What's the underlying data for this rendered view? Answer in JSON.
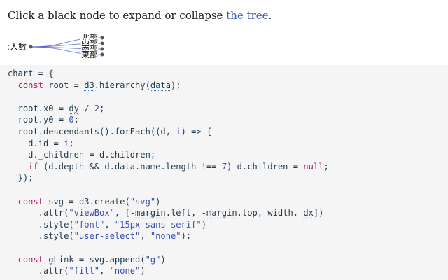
{
  "intro": {
    "prefix": "Click a black node to expand or collapse ",
    "link_text": "the tree",
    "suffix": "."
  },
  "tree": {
    "root_label": ":人數",
    "children": [
      "北部",
      "中部",
      "南部",
      "東部"
    ]
  },
  "code": {
    "lines": [
      [
        {
          "t": "chart = {"
        }
      ],
      [
        {
          "t": "  "
        },
        {
          "t": "const",
          "c": "kw"
        },
        {
          "t": " root = "
        },
        {
          "t": "d3",
          "c": "ref"
        },
        {
          "t": ".hierarchy("
        },
        {
          "t": "data",
          "c": "ref"
        },
        {
          "t": ");"
        }
      ],
      [
        {
          "t": ""
        }
      ],
      [
        {
          "t": "  root.x0 = "
        },
        {
          "t": "dy",
          "c": "ref"
        },
        {
          "t": " / "
        },
        {
          "t": "2",
          "c": "num"
        },
        {
          "t": ";"
        }
      ],
      [
        {
          "t": "  root.y0 = "
        },
        {
          "t": "0",
          "c": "num"
        },
        {
          "t": ";"
        }
      ],
      [
        {
          "t": "  root.descendants().forEach((d, "
        },
        {
          "t": "i",
          "c": "num"
        },
        {
          "t": ") => {"
        }
      ],
      [
        {
          "t": "    d.id = "
        },
        {
          "t": "i",
          "c": "num"
        },
        {
          "t": ";"
        }
      ],
      [
        {
          "t": "    d._children = d.children;"
        }
      ],
      [
        {
          "t": "    "
        },
        {
          "t": "if",
          "c": "kw"
        },
        {
          "t": " (d.depth && d.data.name.length !== "
        },
        {
          "t": "7",
          "c": "num"
        },
        {
          "t": ") d.children = "
        },
        {
          "t": "null",
          "c": "kw"
        },
        {
          "t": ";"
        }
      ],
      [
        {
          "t": "  });"
        }
      ],
      [
        {
          "t": ""
        }
      ],
      [
        {
          "t": "  "
        },
        {
          "t": "const",
          "c": "kw"
        },
        {
          "t": " svg = "
        },
        {
          "t": "d3",
          "c": "ref"
        },
        {
          "t": ".create("
        },
        {
          "t": "\"svg\"",
          "c": "str"
        },
        {
          "t": ")"
        }
      ],
      [
        {
          "t": "      .attr("
        },
        {
          "t": "\"viewBox\"",
          "c": "str"
        },
        {
          "t": ", [-"
        },
        {
          "t": "margin",
          "c": "ref"
        },
        {
          "t": ".left, -"
        },
        {
          "t": "margin",
          "c": "ref"
        },
        {
          "t": ".top, width, "
        },
        {
          "t": "dx",
          "c": "ref"
        },
        {
          "t": "])"
        }
      ],
      [
        {
          "t": "      .style("
        },
        {
          "t": "\"font\"",
          "c": "str"
        },
        {
          "t": ", "
        },
        {
          "t": "\"15px sans-serif\"",
          "c": "str"
        },
        {
          "t": ")"
        }
      ],
      [
        {
          "t": "      .style("
        },
        {
          "t": "\"user-select\"",
          "c": "str"
        },
        {
          "t": ", "
        },
        {
          "t": "\"none\"",
          "c": "str"
        },
        {
          "t": ");"
        }
      ],
      [
        {
          "t": ""
        }
      ],
      [
        {
          "t": "  "
        },
        {
          "t": "const",
          "c": "kw"
        },
        {
          "t": " gLink = svg.append("
        },
        {
          "t": "\"g\"",
          "c": "str"
        },
        {
          "t": ")"
        }
      ],
      [
        {
          "t": "      .attr("
        },
        {
          "t": "\"fill\"",
          "c": "str"
        },
        {
          "t": ", "
        },
        {
          "t": "\"none\"",
          "c": "str"
        },
        {
          "t": ")"
        }
      ]
    ]
  },
  "colors": {
    "link": "#3b5fc0",
    "tree_link": "#555555",
    "code_bg": "#f5f5f5",
    "keyword": "#b0186d",
    "string": "#3a4fb3"
  }
}
